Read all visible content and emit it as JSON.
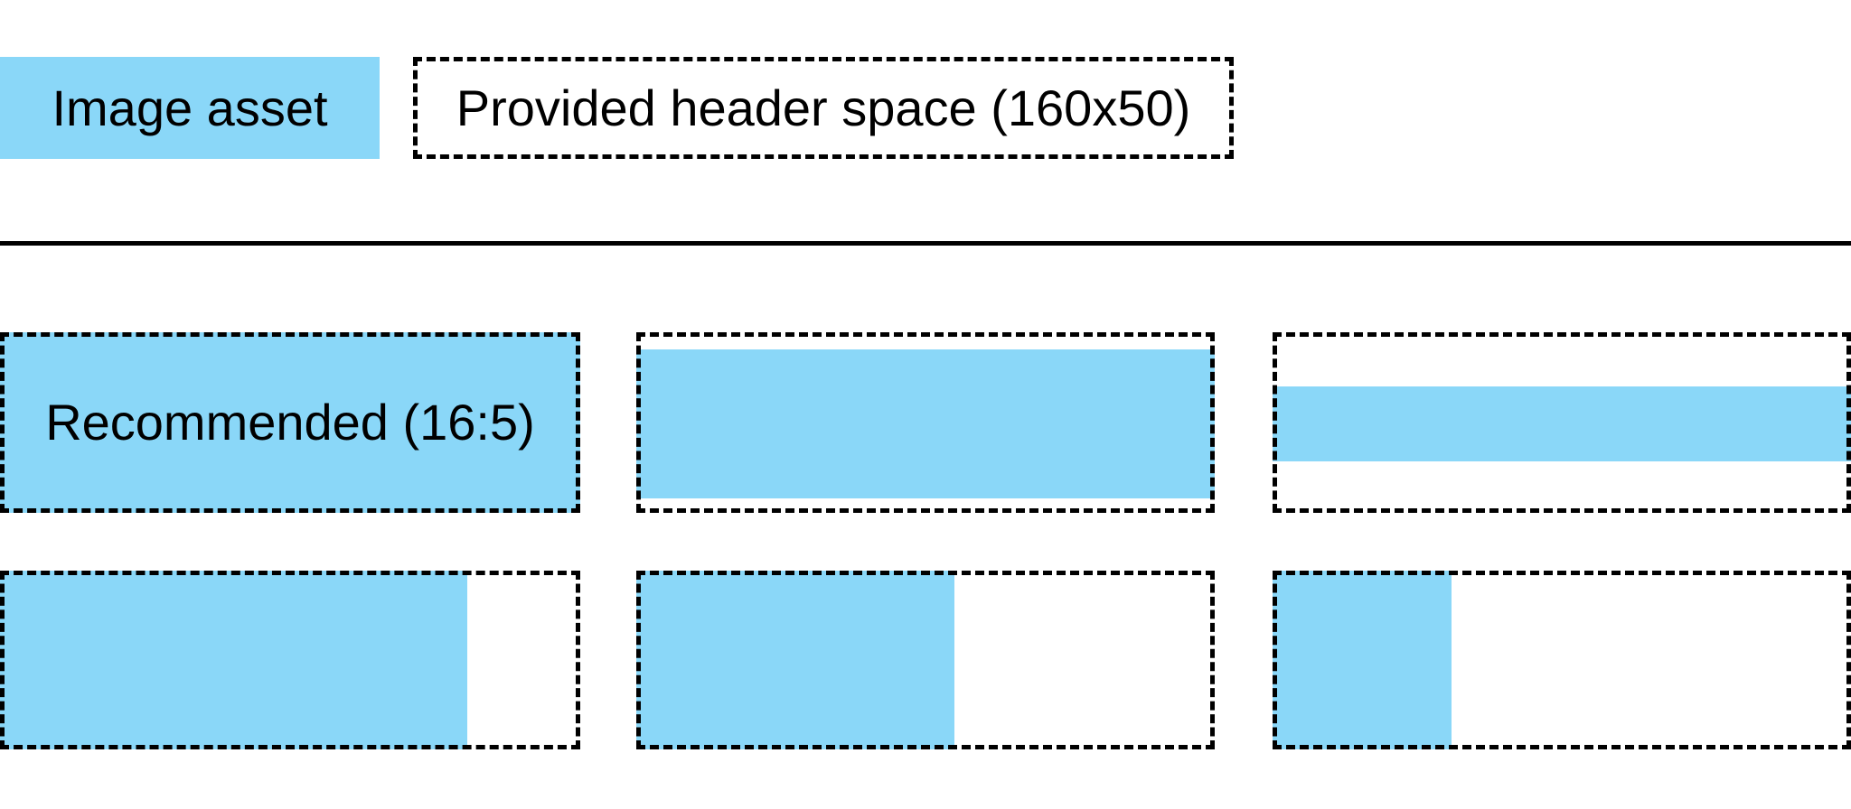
{
  "figure": {
    "legend": {
      "image_asset_label": "Image asset",
      "header_space_label": "Provided header space (160x50)"
    },
    "examples": {
      "recommended_label": "Recommended (16:5)"
    }
  },
  "colors": {
    "asset_blue": "#8AD7F8",
    "line_black": "#000000",
    "background": "#FFFFFF",
    "text_black": "#000000"
  }
}
